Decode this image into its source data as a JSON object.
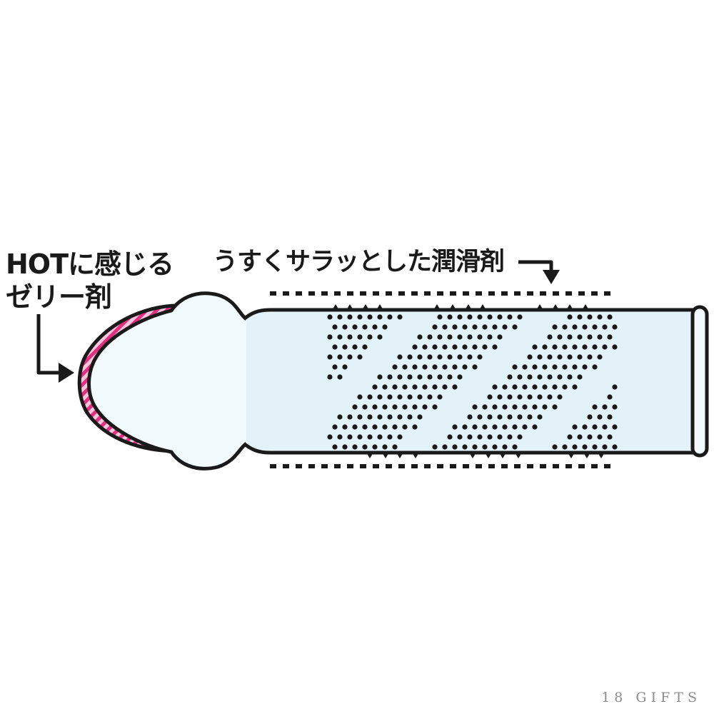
{
  "labels": {
    "hot_jelly_line1": "HOTに感じる",
    "hot_jelly_line2": "ゼリー剤",
    "lubricant": "うすくサラッとした潤滑剤"
  },
  "watermark": "18 GIFTS",
  "colors": {
    "outline": "#1a1a1a",
    "body_fill": "#e3f2f8",
    "tip_fill": "#f2fafd",
    "jelly_pink": "#e0307f",
    "jelly_pink_light": "#f7c6dc",
    "dots": "#1a1a1a",
    "background": "#ffffff"
  }
}
